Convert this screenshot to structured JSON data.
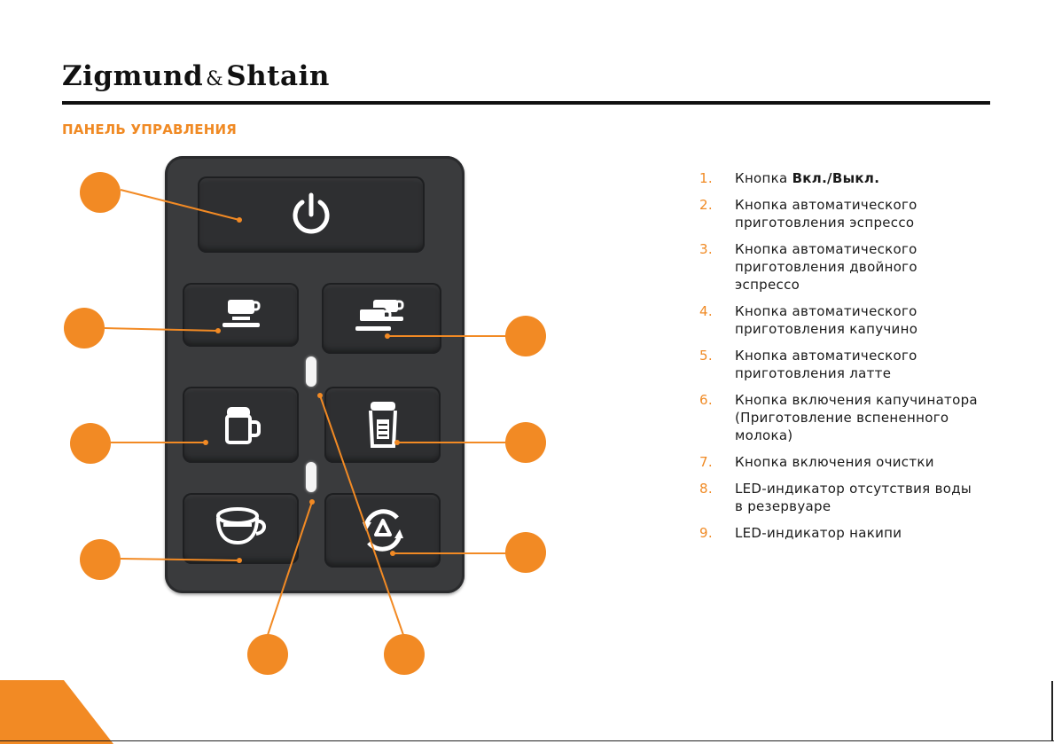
{
  "brand": {
    "name_left": "Zigmund",
    "amp": "&",
    "name_right": "Shtain"
  },
  "section_title": "ПАНЕЛЬ УПРАВЛЕНИЯ",
  "legend": [
    {
      "num": "1.",
      "prefix": "Кнопка ",
      "bold": "Вкл./Выкл.",
      "rest": ""
    },
    {
      "num": "2.",
      "prefix": "Кнопка автоматического приготовления эспрессо",
      "bold": "",
      "rest": ""
    },
    {
      "num": "3.",
      "prefix": "Кнопка автоматического приготовления двойного эспрессо",
      "bold": "",
      "rest": ""
    },
    {
      "num": "4.",
      "prefix": "Кнопка автоматического приготовления капучино",
      "bold": "",
      "rest": ""
    },
    {
      "num": "5.",
      "prefix": "Кнопка автоматического приготовления латте",
      "bold": "",
      "rest": ""
    },
    {
      "num": "6.",
      "prefix": "Кнопка включения капучинатора (Приготовление вспененного молока)",
      "bold": "",
      "rest": ""
    },
    {
      "num": "7.",
      "prefix": "Кнопка включения очистки",
      "bold": "",
      "rest": ""
    },
    {
      "num": "8.",
      "prefix": "LED-индикатор отсутствия воды в резервуаре",
      "bold": "",
      "rest": ""
    },
    {
      "num": "9.",
      "prefix": "LED-индикатор накипи",
      "bold": "",
      "rest": ""
    }
  ],
  "icons": {
    "power": "power-icon",
    "espresso": "espresso-cup-icon",
    "double_espresso": "double-espresso-icon",
    "cappuccino": "mug-icon",
    "latte": "latte-glass-icon",
    "frother": "cappuccino-cup-icon",
    "cleaning": "cleaning-cycle-icon"
  },
  "colors": {
    "accent": "#f28a24",
    "panel": "#3a3b3d",
    "key": "#2e2f31",
    "rule": "#111111"
  }
}
